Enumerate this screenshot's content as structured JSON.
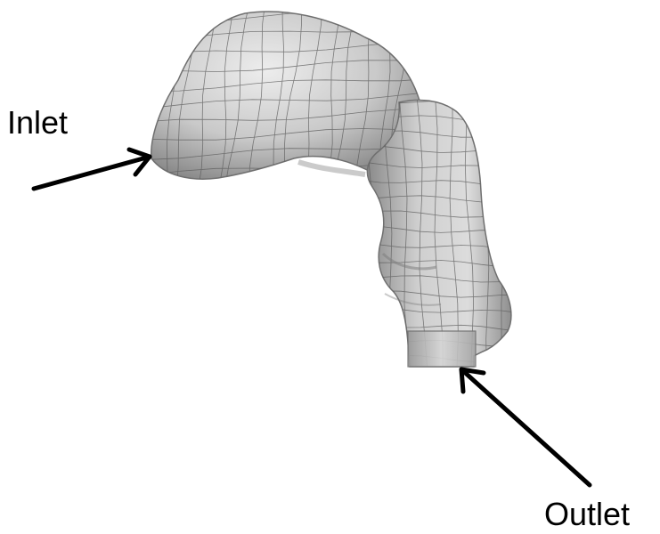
{
  "labels": {
    "inlet": "Inlet",
    "outlet": "Outlet"
  },
  "colors": {
    "surface_light": "#e6e6e6",
    "surface_mid": "#bdbdbd",
    "surface_dark": "#7d7d7d",
    "mesh_line": "#555555",
    "arrow": "#000000"
  },
  "icons": {
    "model": "airway-mesh-model",
    "pointer": "arrow"
  }
}
